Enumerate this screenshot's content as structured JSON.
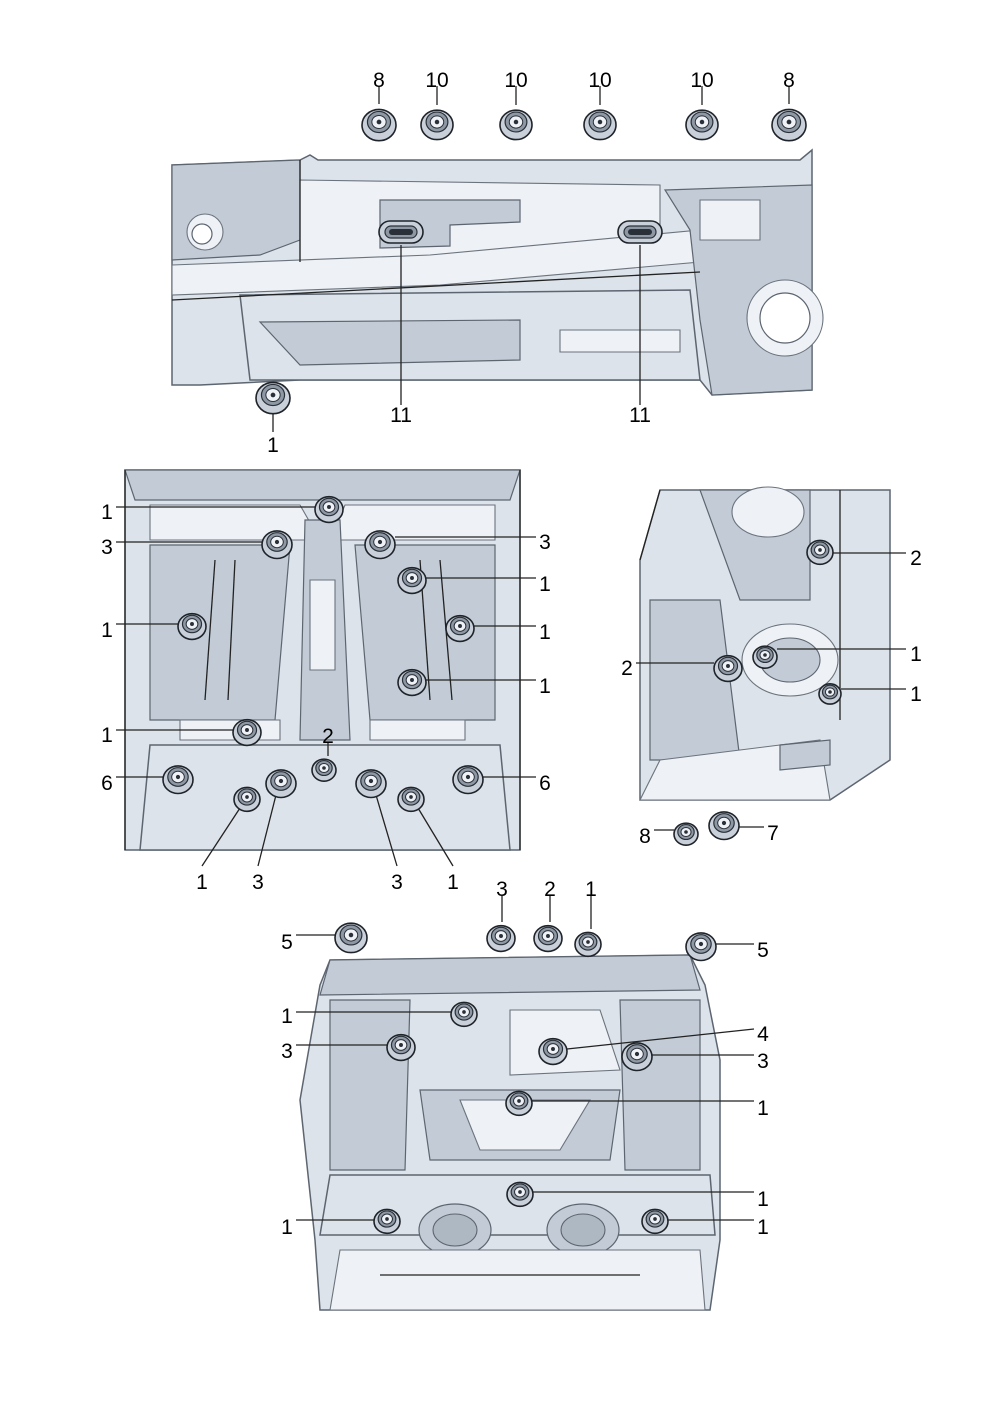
{
  "diagram": {
    "views": [
      {
        "id": "side-sill-view",
        "callouts": [
          {
            "label": "8",
            "part": "plug"
          },
          {
            "label": "10",
            "part": "plug"
          },
          {
            "label": "10",
            "part": "plug"
          },
          {
            "label": "10",
            "part": "plug"
          },
          {
            "label": "10",
            "part": "plug"
          },
          {
            "label": "8",
            "part": "plug"
          },
          {
            "label": "11",
            "part": "oval-plug"
          },
          {
            "label": "11",
            "part": "oval-plug"
          },
          {
            "label": "1",
            "part": "plug"
          }
        ]
      },
      {
        "id": "front-floor-view",
        "callouts": [
          {
            "label": "1"
          },
          {
            "label": "3"
          },
          {
            "label": "3"
          },
          {
            "label": "1"
          },
          {
            "label": "1"
          },
          {
            "label": "1"
          },
          {
            "label": "1"
          },
          {
            "label": "1"
          },
          {
            "label": "2"
          },
          {
            "label": "6"
          },
          {
            "label": "6"
          },
          {
            "label": "1"
          },
          {
            "label": "3"
          },
          {
            "label": "3"
          },
          {
            "label": "1"
          }
        ]
      },
      {
        "id": "wheel-arch-view",
        "callouts": [
          {
            "label": "2"
          },
          {
            "label": "2"
          },
          {
            "label": "1"
          },
          {
            "label": "1"
          },
          {
            "label": "8"
          },
          {
            "label": "7"
          }
        ]
      },
      {
        "id": "rear-floor-view",
        "callouts": [
          {
            "label": "5"
          },
          {
            "label": "3"
          },
          {
            "label": "2"
          },
          {
            "label": "1"
          },
          {
            "label": "5"
          },
          {
            "label": "1"
          },
          {
            "label": "4"
          },
          {
            "label": "3"
          },
          {
            "label": "3"
          },
          {
            "label": "1"
          },
          {
            "label": "1"
          },
          {
            "label": "1"
          },
          {
            "label": "1"
          }
        ]
      }
    ]
  },
  "colors": {
    "panel": "#dde3ea",
    "panel_dark": "#c3ccd6",
    "plug": "#c9d0d9",
    "plug_ring": "#8e98a4",
    "line": "#222222",
    "background": "#ffffff"
  }
}
